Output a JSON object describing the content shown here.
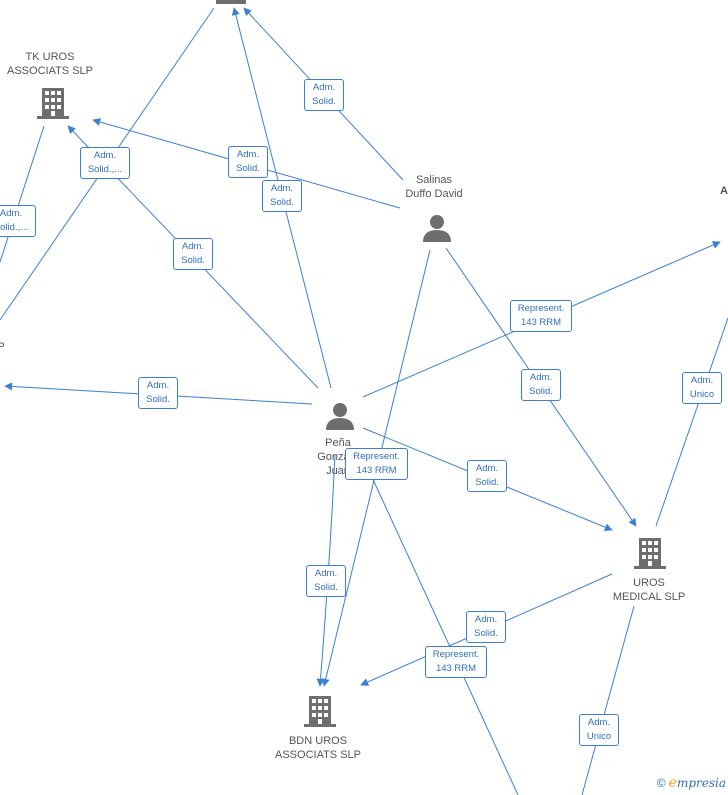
{
  "nodes": {
    "tk_uros": {
      "line1": "TK UROS",
      "line2": "ASSOCIATS  SLP"
    },
    "salinas": {
      "line1": "Salinas",
      "line2": "Duffo David"
    },
    "pena": {
      "line1": "Peña",
      "line2": "Gonza...",
      "line3": "Juan"
    },
    "uros_medical": {
      "line1": "UROS",
      "line2": "MEDICAL  SLP"
    },
    "bdn_uros": {
      "line1": "BDN UROS",
      "line2": "ASSOCIATS  SLP"
    },
    "right_partial": {
      "line1": "A"
    },
    "left_partial": {
      "line1": "P"
    }
  },
  "edge_labels": {
    "e1": {
      "line1": "Adm.",
      "line2": "Solid."
    },
    "e2": {
      "line1": "Adm.",
      "line2": "Solid.,..."
    },
    "e3": {
      "line1": "Adm.",
      "line2": "Solid."
    },
    "e4": {
      "line1": "Adm.",
      "line2": "Solid."
    },
    "e5": {
      "line1": "Adm.",
      "line2": "Solid.,..."
    },
    "e6": {
      "line1": "Adm.",
      "line2": "Solid."
    },
    "e7": {
      "line1": "Represent.",
      "line2": "143 RRM"
    },
    "e8": {
      "line1": "Adm.",
      "line2": "Solid."
    },
    "e9": {
      "line1": "Adm.",
      "line2": "Unico"
    },
    "e10": {
      "line1": "Adm.",
      "line2": "Solid."
    },
    "e11": {
      "line1": "Represent.",
      "line2": "143 RRM"
    },
    "e12": {
      "line1": "Adm.",
      "line2": "Solid."
    },
    "e13": {
      "line1": "Adm.",
      "line2": "Solid."
    },
    "e14": {
      "line1": "Adm.",
      "line2": "Solid."
    },
    "e15": {
      "line1": "Represent.",
      "line2": "143 RRM"
    },
    "e16": {
      "line1": "Adm.",
      "line2": "Unico"
    }
  },
  "brand": {
    "copyright": "©",
    "e": "e",
    "rest": "mpresia"
  },
  "colors": {
    "edge": "#3b7fd4",
    "icon": "#6e6e6e",
    "label_text": "#2f6fc0"
  }
}
